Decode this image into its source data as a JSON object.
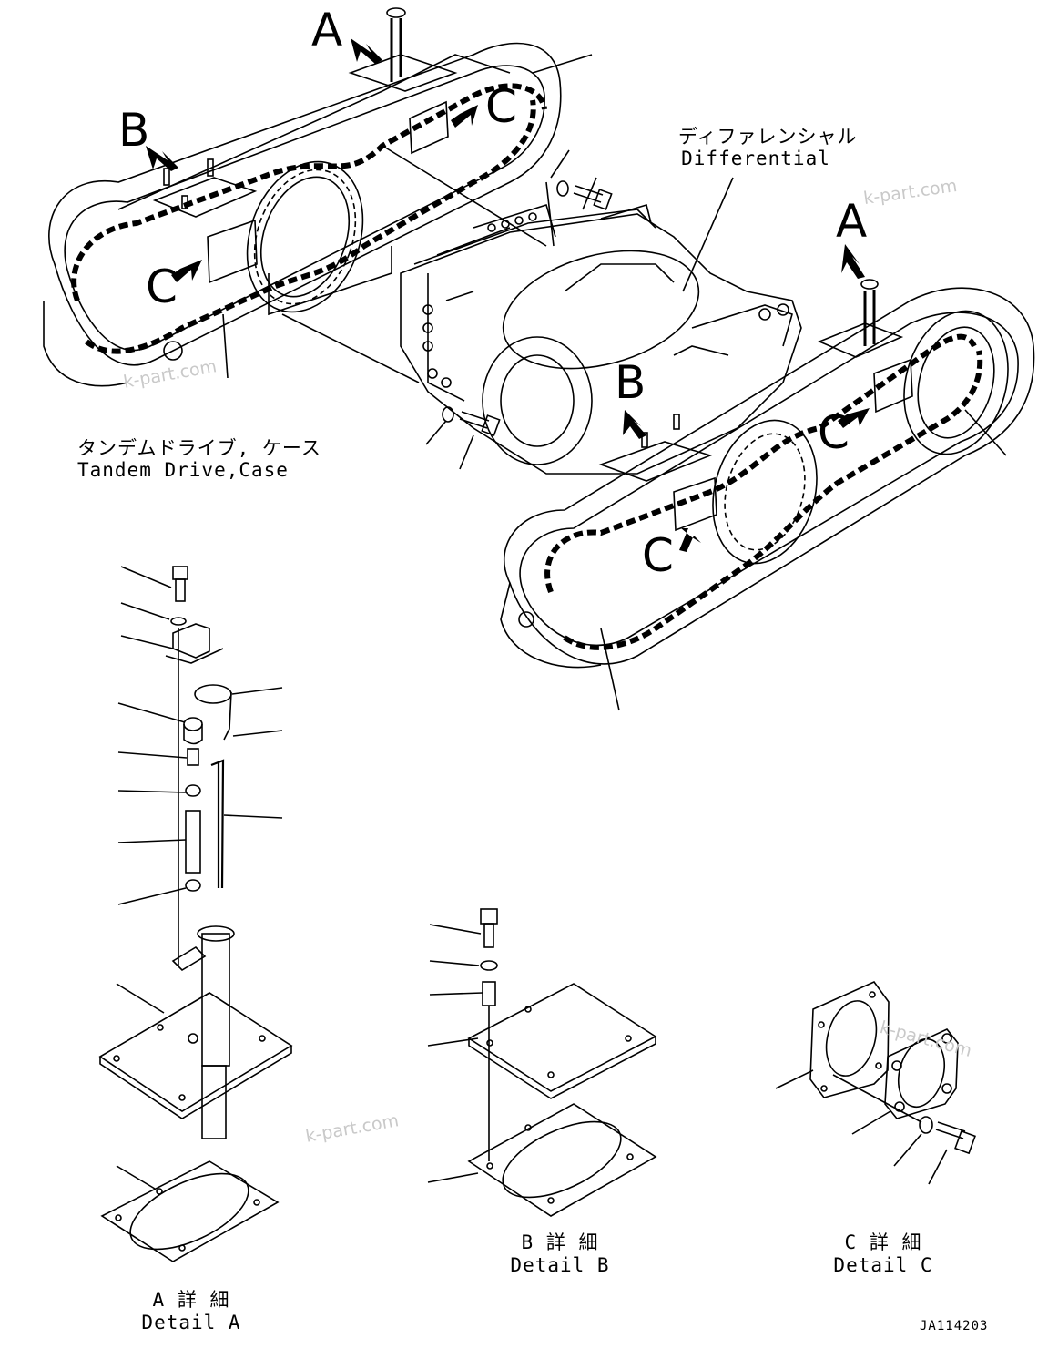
{
  "labels": {
    "differential_jp": "ディファレンシャル",
    "differential_en": "Differential",
    "tandem_jp": "タンデムドライブ, ケース",
    "tandem_en": "Tandem Drive,Case",
    "detail_a_jp": "A 詳 細",
    "detail_a_en": "Detail A",
    "detail_b_jp": "B 詳 細",
    "detail_b_en": "Detail B",
    "detail_c_jp": "C 詳 細",
    "detail_c_en": "Detail C",
    "drawing_code": "JA114203"
  },
  "markers": {
    "a": "A",
    "b": "B",
    "c": "C"
  },
  "watermark": "k-part.com",
  "colors": {
    "line": "#000000",
    "arrow_fill": "#000000",
    "watermark": "#c9c9c9",
    "background": "#ffffff"
  }
}
